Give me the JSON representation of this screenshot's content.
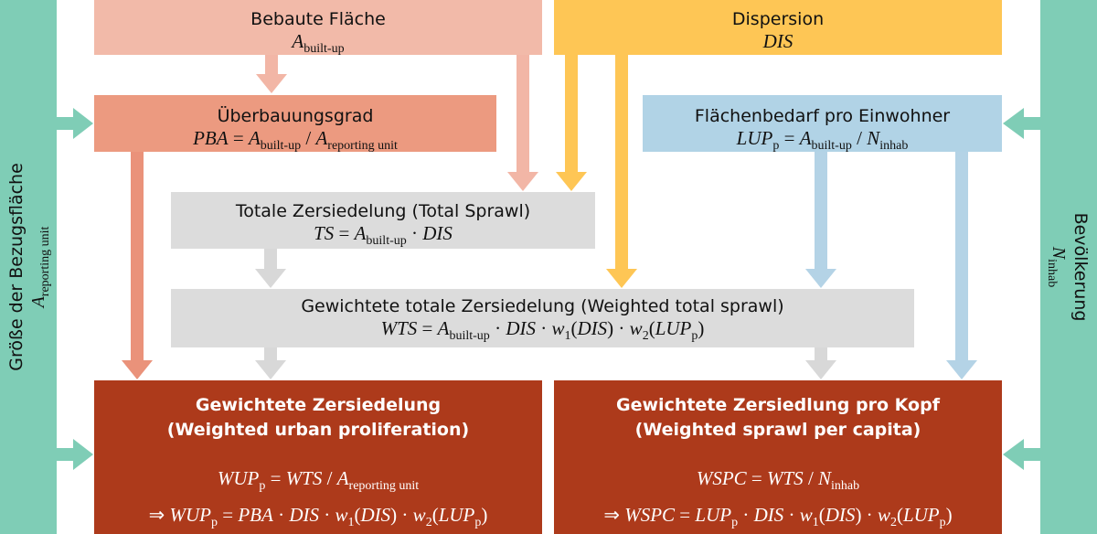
{
  "left_panel": {
    "title": "Größe der Bezugsfläche",
    "sym": "A",
    "sub": "reporting unit"
  },
  "right_panel": {
    "title": "Bevölkerung",
    "sym": "N",
    "sub": "inhab"
  },
  "built_up": {
    "title": "Bebaute Fläche",
    "sym": "A",
    "sub": "built-up"
  },
  "dispersion": {
    "title": "Dispersion",
    "sym": "DIS"
  },
  "pba": {
    "title": "Überbauungsgrad",
    "lhs": "PBA",
    "sym1": "A",
    "sub1": "built-up",
    "sym2": "A",
    "sub2": "reporting unit"
  },
  "lup": {
    "title": "Flächenbedarf pro Einwohner",
    "lhs": "LUP",
    "lhs_sub": "p",
    "sym1": "A",
    "sub1": "built-up",
    "sym2": "N",
    "sub2": "inhab"
  },
  "ts": {
    "title": "Totale Zersiedelung (Total Sprawl)",
    "lhs": "TS",
    "sym1": "A",
    "sub1": "built-up",
    "sym2": "DIS"
  },
  "wts": {
    "title": "Gewichtete totale Zersiedelung (Weighted total sprawl)",
    "lhs": "WTS",
    "sym1": "A",
    "sub1": "built-up",
    "dis": "DIS",
    "w": "w",
    "w1sub": "1",
    "w2sub": "2",
    "lup": "LUP",
    "lup_sub": "p"
  },
  "wup": {
    "title1": "Gewichtete Zersiedelung",
    "title2": "(Weighted urban proliferation)",
    "lhs": "WUP",
    "lhs_sub": "p",
    "wts": "WTS",
    "sym": "A",
    "sub": "reporting unit",
    "pba": "PBA",
    "dis": "DIS",
    "w": "w",
    "w1sub": "1",
    "w2sub": "2",
    "lup": "LUP",
    "lup_sub": "p"
  },
  "wspc": {
    "title1": "Gewichtete Zersiedlung pro Kopf",
    "title2": "(Weighted sprawl per capita)",
    "lhs": "WSPC",
    "wts": "WTS",
    "sym": "N",
    "sub": "inhab",
    "lup": "LUP",
    "lup_sub": "p",
    "dis": "DIS",
    "w": "w",
    "w1sub": "1",
    "w2sub": "2"
  },
  "colors": {
    "green": "#7fcdb6",
    "salmon_light": "#f2baa9",
    "salmon": "#ec9a80",
    "yellow": "#fec655",
    "blue": "#b1d3e6",
    "grey": "#dcdcdc",
    "rust": "#ad3a1b",
    "arrow_salmon_light": "#f2b6a6",
    "arrow_salmon": "#ea927a",
    "arrow_blue": "#b4d3e6",
    "arrow_grey": "#d8d8d8"
  }
}
